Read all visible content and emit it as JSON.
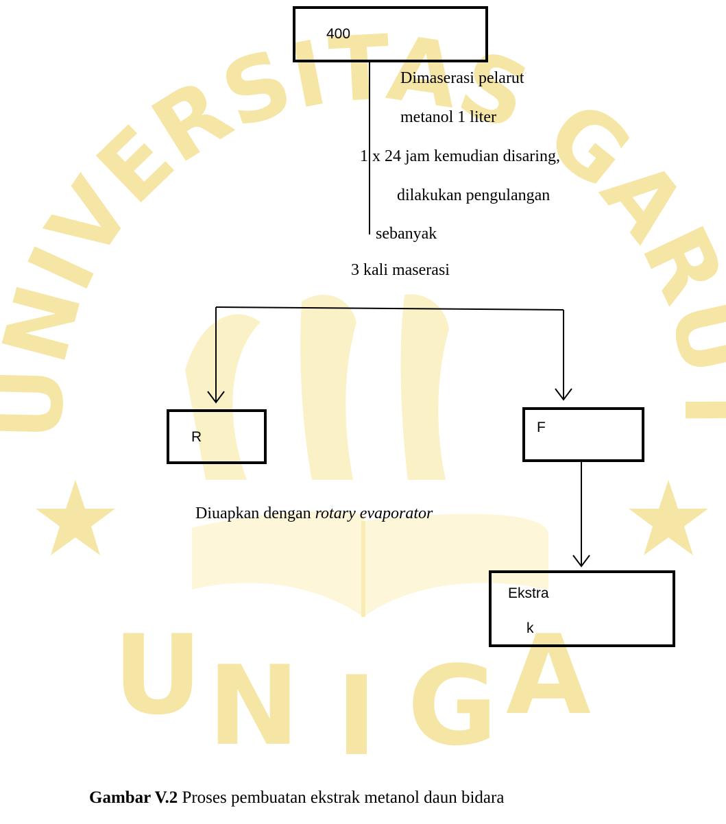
{
  "watermark": {
    "arc_letters": [
      "U",
      "N",
      "I",
      "V",
      "E",
      "R",
      "S",
      "I",
      "T",
      "A",
      "S",
      " ",
      "G",
      "A",
      "R",
      "U",
      "T"
    ],
    "bottom_letters": [
      "U",
      "N",
      "I",
      "G",
      "A"
    ],
    "color": "#f6e6a6"
  },
  "diagram": {
    "start_box": "400",
    "maceration_note": [
      "Dimaserasi pelarut",
      "metanol 1 liter",
      "1 x 24 jam  kemudian disaring,",
      "dilakukan pengulangan",
      "sebanyak",
      "3 kali maserasi"
    ],
    "residue_box": "R",
    "filtrate_box": "F",
    "evaporation_note": {
      "prefix": "Diuapkan dengan ",
      "italic": "rotary evaporator"
    },
    "extract_box": [
      "Ekstra",
      "k"
    ]
  },
  "caption": {
    "label": "Gambar V.2",
    "text": " Proses pembuatan ekstrak metanol daun bidara"
  }
}
